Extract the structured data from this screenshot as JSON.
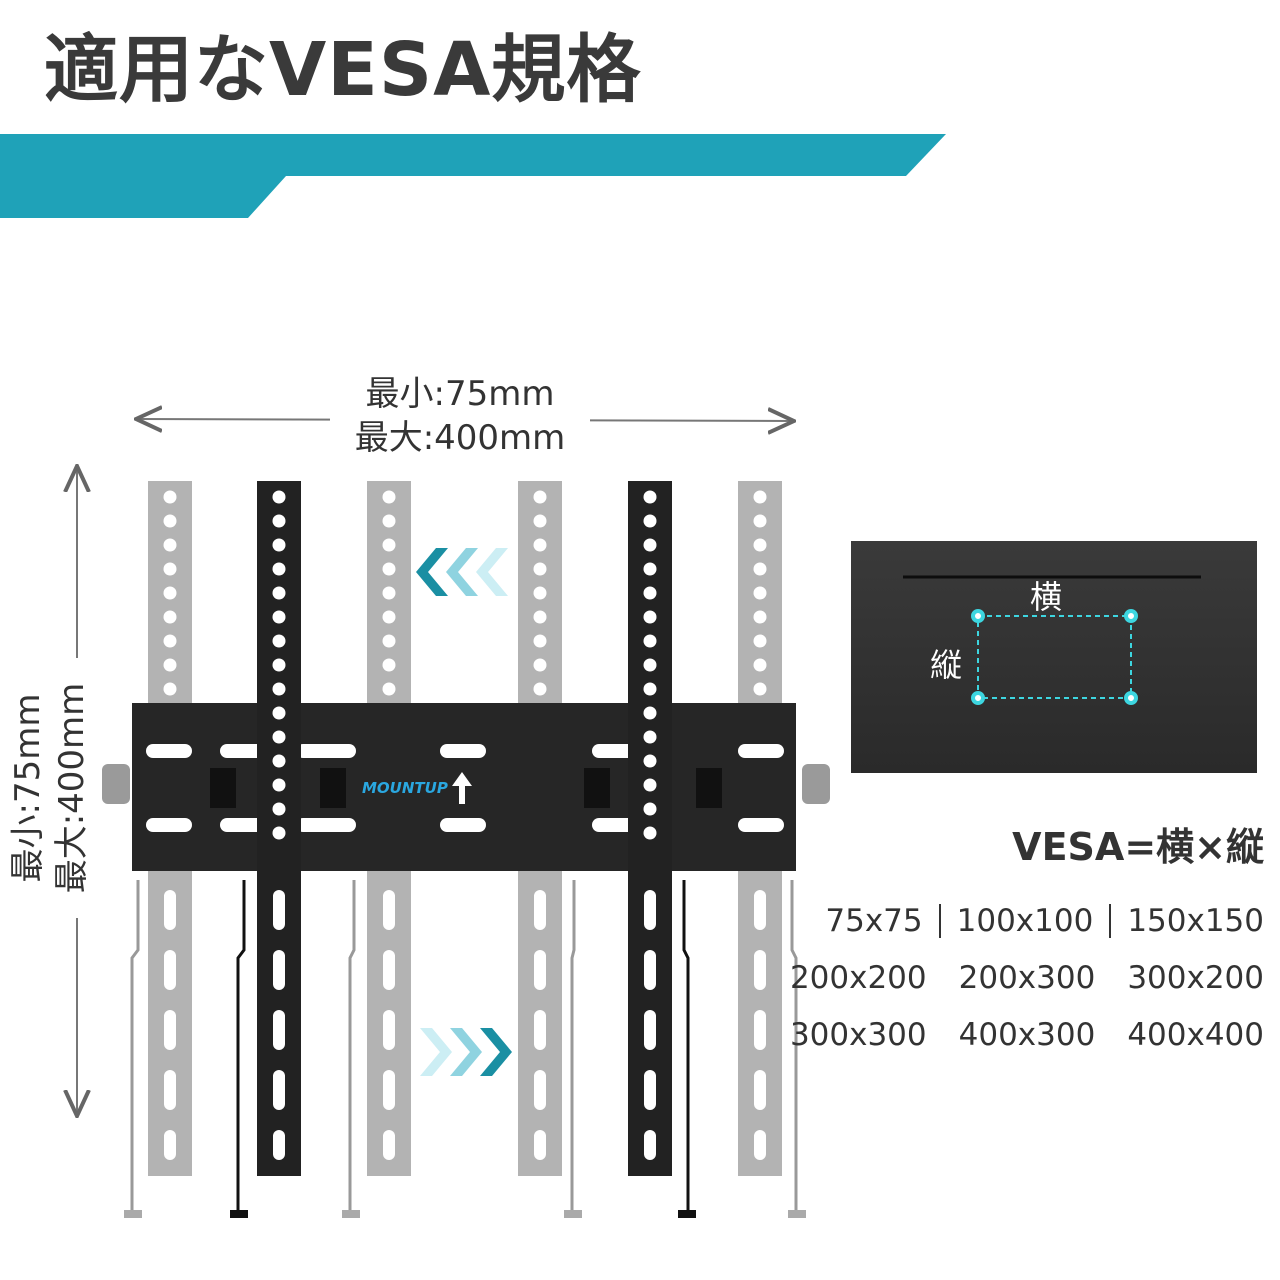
{
  "title": "適用なVESA規格",
  "brand": {
    "accent_color": "#1fa2b8",
    "dark_accent_color": "#11808f",
    "logo_text": "MOUNTUP"
  },
  "dimensions": {
    "width": {
      "min": "最小:75mm",
      "max": "最大:400mm"
    },
    "height": {
      "min": "最小:75mm",
      "max": "最大:400mm"
    }
  },
  "vesa_diagram": {
    "horizontal_label": "横",
    "vertical_label": "縦"
  },
  "formula": "VESA=横×縦",
  "sizes": [
    [
      "75x75",
      "100x100",
      "150x150"
    ],
    [
      "200x200",
      "200x300",
      "300x200"
    ],
    [
      "300x300",
      "400x300",
      "400x400"
    ]
  ]
}
